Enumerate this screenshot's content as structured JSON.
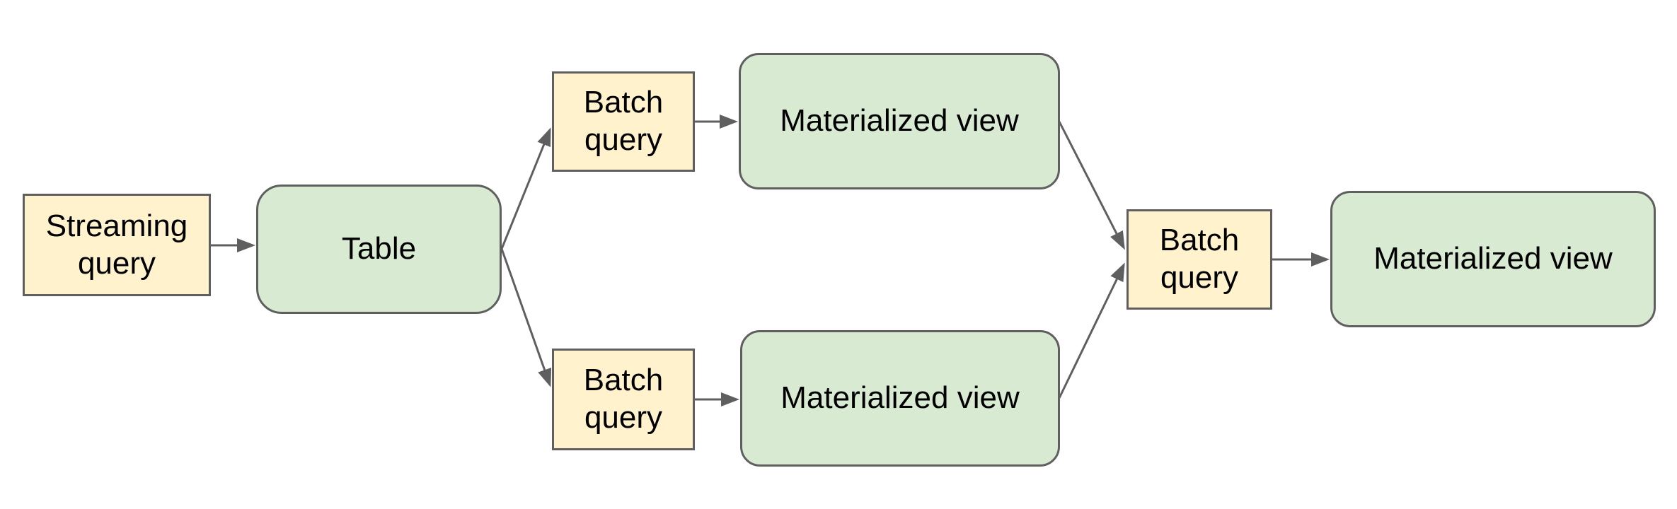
{
  "diagram": {
    "type": "flow-diagram",
    "background": "#ffffff",
    "colors": {
      "query_fill": "#fff2cc",
      "view_fill": "#d9ead3",
      "border": "#5f5f5f",
      "connector": "#5f5f5f",
      "text": "#000000"
    },
    "nodes": [
      {
        "id": "streaming-query",
        "label": "Streaming query",
        "shape": "rectangle",
        "fill": "query"
      },
      {
        "id": "table",
        "label": "Table",
        "shape": "rounded",
        "fill": "view"
      },
      {
        "id": "batch-query-top",
        "label": "Batch query",
        "shape": "rectangle",
        "fill": "query"
      },
      {
        "id": "materialized-view-top",
        "label": "Materialized view",
        "shape": "rounded",
        "fill": "view"
      },
      {
        "id": "batch-query-bottom",
        "label": "Batch query",
        "shape": "rectangle",
        "fill": "query"
      },
      {
        "id": "materialized-view-bottom",
        "label": "Materialized view",
        "shape": "rounded",
        "fill": "view"
      },
      {
        "id": "batch-query-merge",
        "label": "Batch query",
        "shape": "rectangle",
        "fill": "query"
      },
      {
        "id": "materialized-view-final",
        "label": "Materialized view",
        "shape": "rounded",
        "fill": "view"
      }
    ],
    "edges": [
      {
        "from": "streaming-query",
        "to": "table"
      },
      {
        "from": "table",
        "to": "batch-query-top"
      },
      {
        "from": "batch-query-top",
        "to": "materialized-view-top"
      },
      {
        "from": "materialized-view-top",
        "to": "batch-query-merge"
      },
      {
        "from": "table",
        "to": "batch-query-bottom"
      },
      {
        "from": "batch-query-bottom",
        "to": "materialized-view-bottom"
      },
      {
        "from": "materialized-view-bottom",
        "to": "batch-query-merge"
      },
      {
        "from": "batch-query-merge",
        "to": "materialized-view-final"
      }
    ]
  }
}
